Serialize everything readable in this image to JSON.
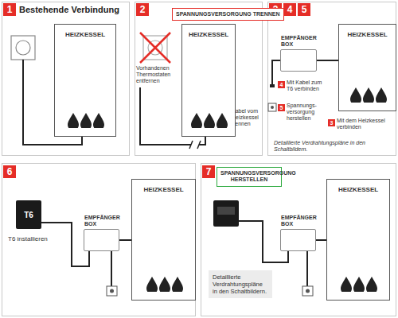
{
  "diagram": {
    "nodes": [
      {
        "text": [
          "HEIZKESSEL"
        ]
      },
      {
        "text": [
          "SPANNUNGSVERSORGUNG TRENNEN"
        ]
      },
      {
        "text": [
          "HEIZKESSEL"
        ]
      },
      {
        "text": [
          "EMPFÄNGER BOX"
        ]
      },
      {
        "text": [
          "HEIZKESSEL"
        ]
      },
      {
        "text": [
          "T6"
        ]
      },
      {
        "text": [
          "EMPFÄNGER BOX"
        ]
      },
      {
        "text": [
          "HEIZKESSEL"
        ]
      },
      {
        "text": [
          "SPANNUNGSVERSORGUNG HERSTELLEN"
        ]
      },
      {
        "text": [
          "EMPFÄNGER BOX"
        ]
      },
      {
        "text": [
          "HEIZKESSEL"
        ]
      },
      {
        "text": [
          "Detaillierte Verdrahtungspläne in den Schaltbildern."
        ]
      }
    ],
    "edges": [
      {
        "from": 3,
        "to": 4,
        "arrow": "none"
      },
      {
        "from": 5,
        "to": 6,
        "arrow": "none"
      },
      {
        "from": 6,
        "to": 7,
        "arrow": "none"
      },
      {
        "from": 9,
        "to": 10,
        "arrow": "none"
      }
    ],
    "labels": [
      "1",
      "Bestehende Verbindung",
      "2",
      "Vorhandenen Thermostaten entfernen",
      "Kabel vom Heizkessel trennen",
      "3",
      "4",
      "5",
      "4",
      "Mit Kabel zum T6 verbinden",
      "5",
      "Spannungs- versorgung herstellen",
      "3",
      "Mit dem Heizkessel verbinden",
      "Detaillierte Verdrahtungspläne in den Schaltbildern.",
      "6",
      "T6 installieren",
      "7"
    ]
  }
}
